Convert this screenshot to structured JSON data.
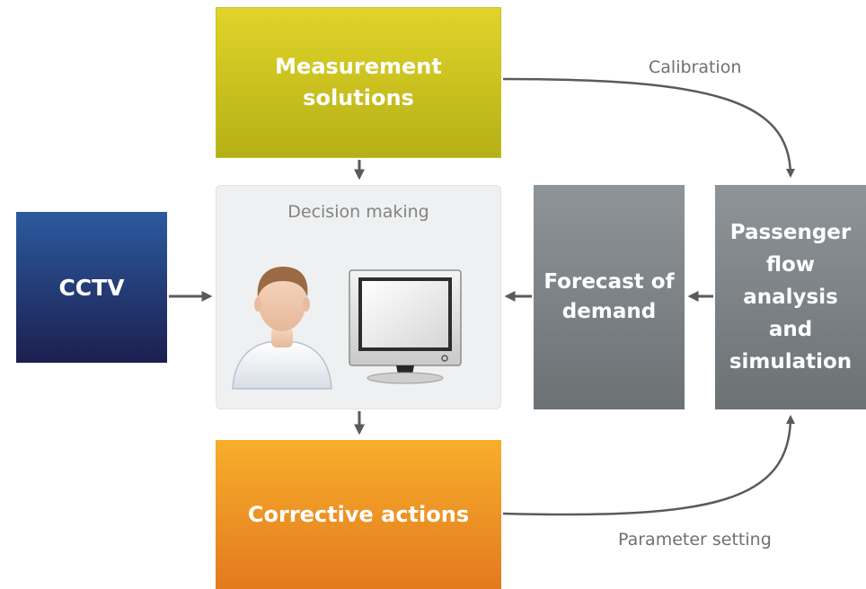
{
  "nodes": {
    "measurement": {
      "lines": [
        "Measurement",
        "solutions"
      ]
    },
    "cctv": {
      "label": "CCTV"
    },
    "decision": {
      "label": "Decision making"
    },
    "forecast": {
      "lines": [
        "Forecast of",
        "demand"
      ]
    },
    "passenger": {
      "lines": [
        "Passenger",
        "flow",
        "analysis",
        "and",
        "simulation"
      ]
    },
    "corrective": {
      "label": "Corrective actions"
    }
  },
  "edges": {
    "calibration": "Calibration",
    "parameter_setting": "Parameter setting"
  },
  "colors": {
    "measurement": "#d4cb24",
    "cctv": "#243c78",
    "forecast": "#7e8487",
    "passenger": "#7e8487",
    "corrective": "#ef9326",
    "arrow": "#5a5a5a"
  },
  "icons": [
    "user-icon",
    "monitor-icon"
  ]
}
